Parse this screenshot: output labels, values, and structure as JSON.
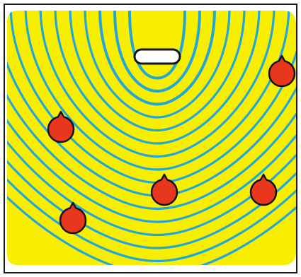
{
  "colors": {
    "background": "#ffffff",
    "frame": "#1a1a1a",
    "field": "#f7ee00",
    "contour_stroke": "#22a7d8",
    "slot_fill": "#ffffff",
    "slot_stroke": "#111111",
    "blob_fill": "#e8371c",
    "blob_stroke": "#111111"
  },
  "contours": {
    "count": 16
  },
  "blobs": [
    {
      "name": "blob-1",
      "ix": 398,
      "iy": 104
    },
    {
      "name": "blob-2",
      "ix": 86,
      "iy": 183
    },
    {
      "name": "blob-3",
      "ix": 232,
      "iy": 272
    },
    {
      "name": "blob-4",
      "ix": 372,
      "iy": 272
    },
    {
      "name": "blob-5",
      "ix": 103,
      "iy": 312
    }
  ]
}
